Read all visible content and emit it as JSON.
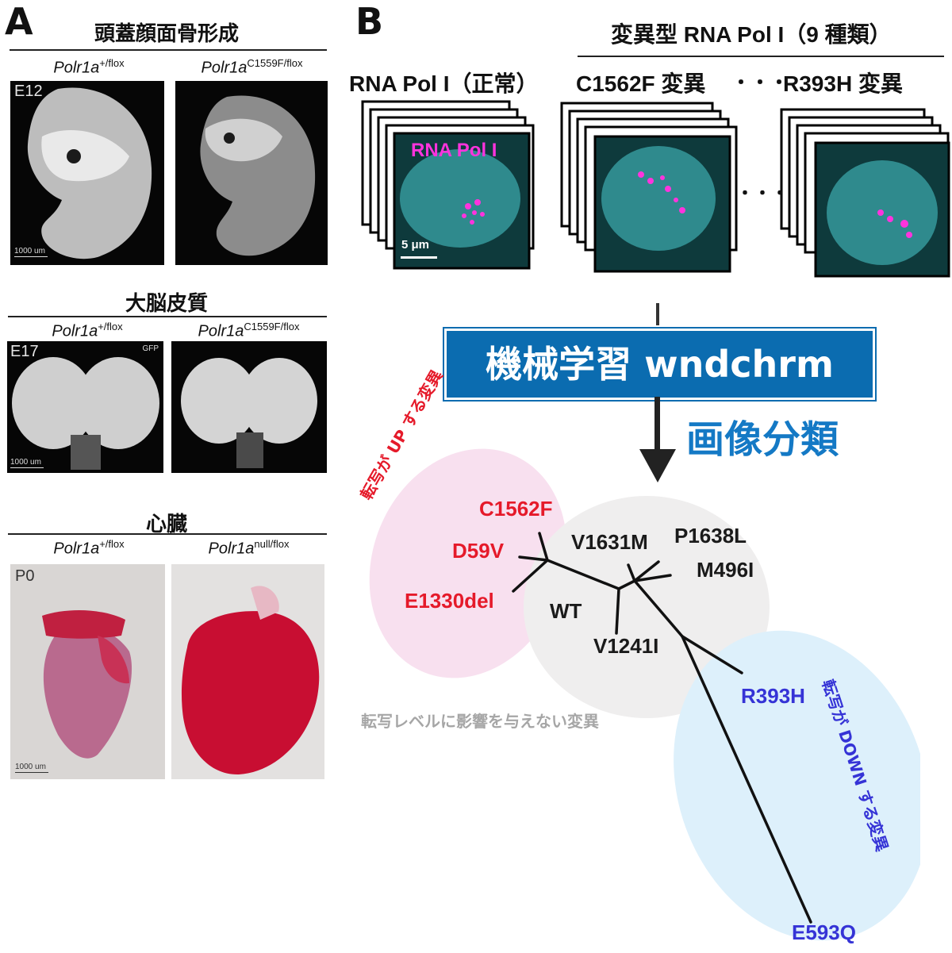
{
  "panel_a": {
    "letter": "A",
    "craniofacial": {
      "title": "頭蓋顔面骨形成",
      "geno_left_base": "Polr1a",
      "geno_left_sup": "+/flox",
      "geno_right_base": "Polr1a",
      "geno_right_sup": "C1559F/flox",
      "stage": "E12",
      "scale": "1000 um"
    },
    "cortex": {
      "title": "大脳皮質",
      "geno_left_base": "Polr1a",
      "geno_left_sup": "+/flox",
      "geno_right_base": "Polr1a",
      "geno_right_sup": "C1559F/flox",
      "stage": "E17",
      "channel": "GFP",
      "scale": "1000 um"
    },
    "heart": {
      "title": "心臓",
      "geno_left_base": "Polr1a",
      "geno_left_sup": "+/flox",
      "geno_right_base": "Polr1a",
      "geno_right_sup": "null/flox",
      "stage": "P0",
      "scale": "1000 um"
    }
  },
  "panel_b": {
    "letter": "B",
    "mutant_header": "変異型 RNA Pol I（9 種類）",
    "normal_label": "RNA Pol I（正常）",
    "mut1_label": "C1562F 変異",
    "dots": "・・・",
    "mut2_label": "R393H 変異",
    "stain_label": "RNA Pol I",
    "scale": "5 μm",
    "ml_label": "機械学習 wndchrm",
    "classification_label": "画像分類",
    "group_up": "転写が UP する変異",
    "group_neutral": "転写レベルに影響を与えない変異",
    "group_down": "転写が DOWN する変異",
    "tree_leaves": {
      "c1562f": "C1562F",
      "d59v": "D59V",
      "e1330del": "E1330del",
      "v1631m": "V1631M",
      "p1638l": "P1638L",
      "m496i": "M496I",
      "wt": "WT",
      "v1241i": "V1241I",
      "r393h": "R393H",
      "e593q": "E593Q"
    },
    "colors": {
      "up": "#e51a2a",
      "neutral": "#1a1a1a",
      "down": "#3533d6",
      "ml_box": "#0b6cb0",
      "nucleus": "#2f8a8d",
      "pol_i": "#ff33dd"
    }
  }
}
